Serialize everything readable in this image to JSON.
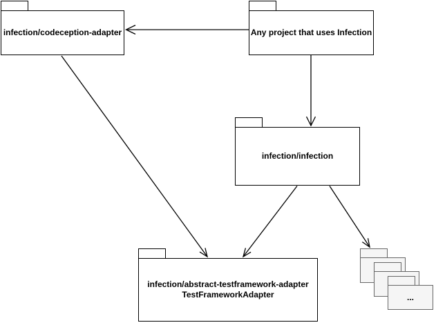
{
  "diagram": {
    "type": "uml-package-dependency-diagram",
    "packages": {
      "codeception_adapter": {
        "label": "infection/codeception-adapter"
      },
      "any_project": {
        "label": "Any project that uses Infection"
      },
      "infection": {
        "label": "infection/infection"
      },
      "abstract_adapter": {
        "label_lines": [
          "infection/abstract-testframework-adapter",
          "TestFrameworkAdapter"
        ]
      },
      "other_adapters_stack": {
        "label": "..."
      }
    },
    "edges": [
      {
        "from": "Any project that uses Infection",
        "to": "infection/codeception-adapter"
      },
      {
        "from": "Any project that uses Infection",
        "to": "infection/infection"
      },
      {
        "from": "infection/codeception-adapter",
        "to": "infection/abstract-testframework-adapter"
      },
      {
        "from": "infection/infection",
        "to": "infection/abstract-testframework-adapter"
      },
      {
        "from": "infection/infection",
        "to": "..."
      }
    ],
    "colors": {
      "background": "#ffffff",
      "line": "#000000",
      "text": "#000000",
      "package_fill": "#ffffff",
      "package_stroke": "#000000",
      "stack_fill": "#f5f5f5",
      "stack_stroke": "#666666"
    }
  }
}
